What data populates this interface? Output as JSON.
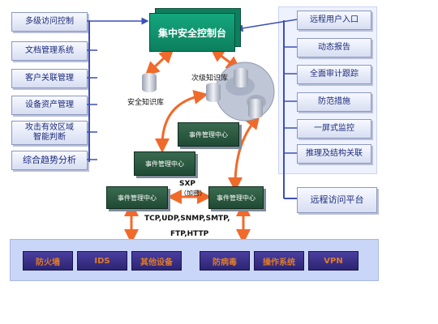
{
  "central": {
    "label": "集中安全控制台"
  },
  "left_items": [
    {
      "label": "多级访问控制"
    },
    {
      "label": "文档管理系统"
    },
    {
      "label": "客户关联管理"
    },
    {
      "label": "设备资产管理"
    },
    {
      "label": "攻击有效区域\n智能判断"
    },
    {
      "label": "综合趋势分析"
    }
  ],
  "right_items": [
    {
      "label": "远程用户入口"
    },
    {
      "label": "动态报告"
    },
    {
      "label": "全面审计跟踪"
    },
    {
      "label": "防范措施"
    },
    {
      "label": "一屏式监控"
    },
    {
      "label": "推理及结构关联"
    }
  ],
  "remote_platform": {
    "label": "远程访问平台"
  },
  "knowledge": {
    "security": "安全知识库",
    "secondary": "次级知识库"
  },
  "event_centers": {
    "label": "事件管理中心"
  },
  "sxp": {
    "line1": "SXP",
    "line2": "（加密）"
  },
  "protocols": {
    "line1": "TCP,UDP,SNMP,SMTP,",
    "line2": "FTP,HTTP"
  },
  "devices_left": [
    "防火墙",
    "IDS",
    "其他设备"
  ],
  "devices_right": [
    "防病毒",
    "操作系统",
    "VPN"
  ],
  "colors": {
    "accent_orange": "#f06a2b",
    "central_green": "#109b74",
    "device_purple": "#3b3190",
    "line_blue": "#3c4fb6"
  }
}
